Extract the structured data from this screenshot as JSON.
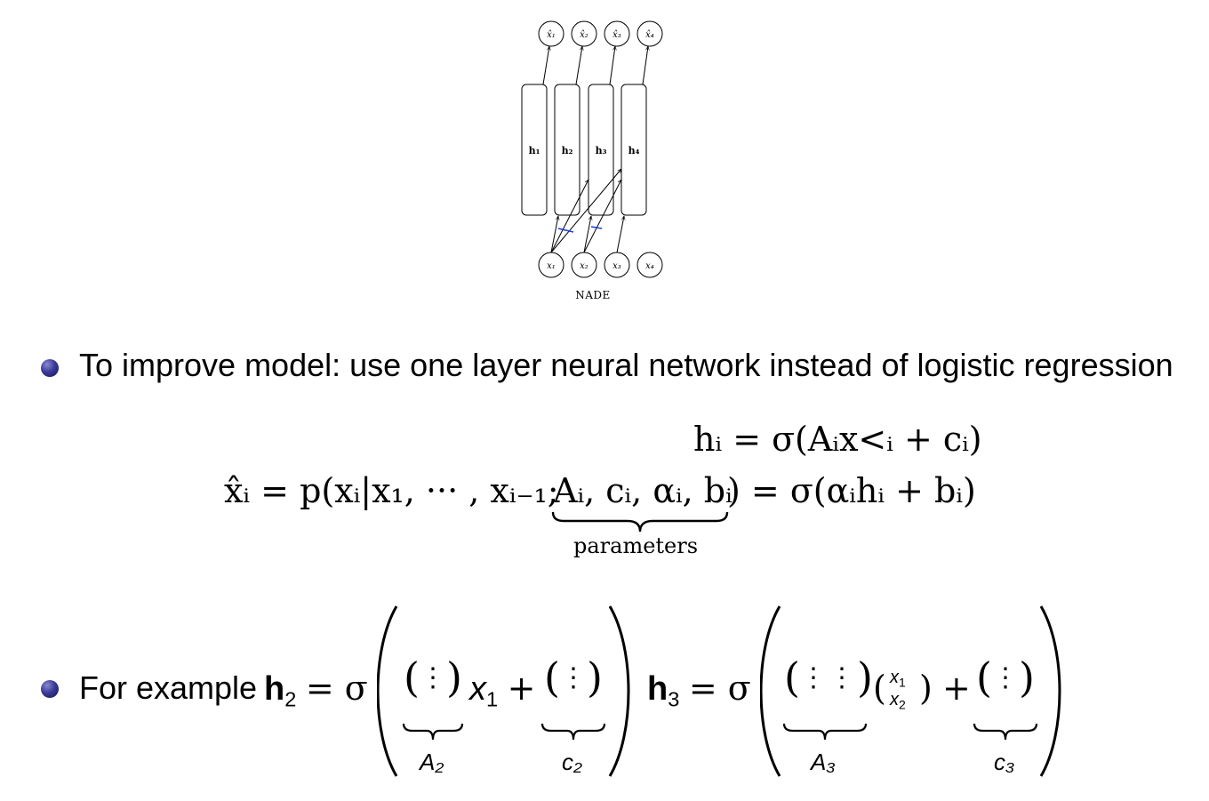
{
  "figure": {
    "caption": "NADE",
    "output_labels": [
      "x̂₁",
      "x̂₂",
      "x̂₃",
      "x̂₄"
    ],
    "hidden_labels": [
      "h₁",
      "h₂",
      "h₃",
      "h₄"
    ],
    "input_labels": [
      "x₁",
      "x₂",
      "x₃",
      "x₄"
    ],
    "shared_weight_color": "#1f3fd8"
  },
  "bullets": {
    "first": "To improve model: use one layer neural network instead of logistic regression",
    "second_prefix": "For example"
  },
  "equations": {
    "hidden": "hᵢ = σ(Aᵢx<ᵢ + cᵢ)",
    "output_lhs": "x̂ᵢ = p(xᵢ|x₁, ··· , xᵢ₋₁;",
    "output_params": "Aᵢ, cᵢ, αᵢ, bᵢ",
    "output_rhs": ") = σ(αᵢhᵢ + bᵢ)",
    "params_label": "parameters"
  },
  "example": {
    "h2_label": "A₂",
    "c2_label": "c₂",
    "h3_label": "A₃",
    "c3_label": "c₃"
  }
}
